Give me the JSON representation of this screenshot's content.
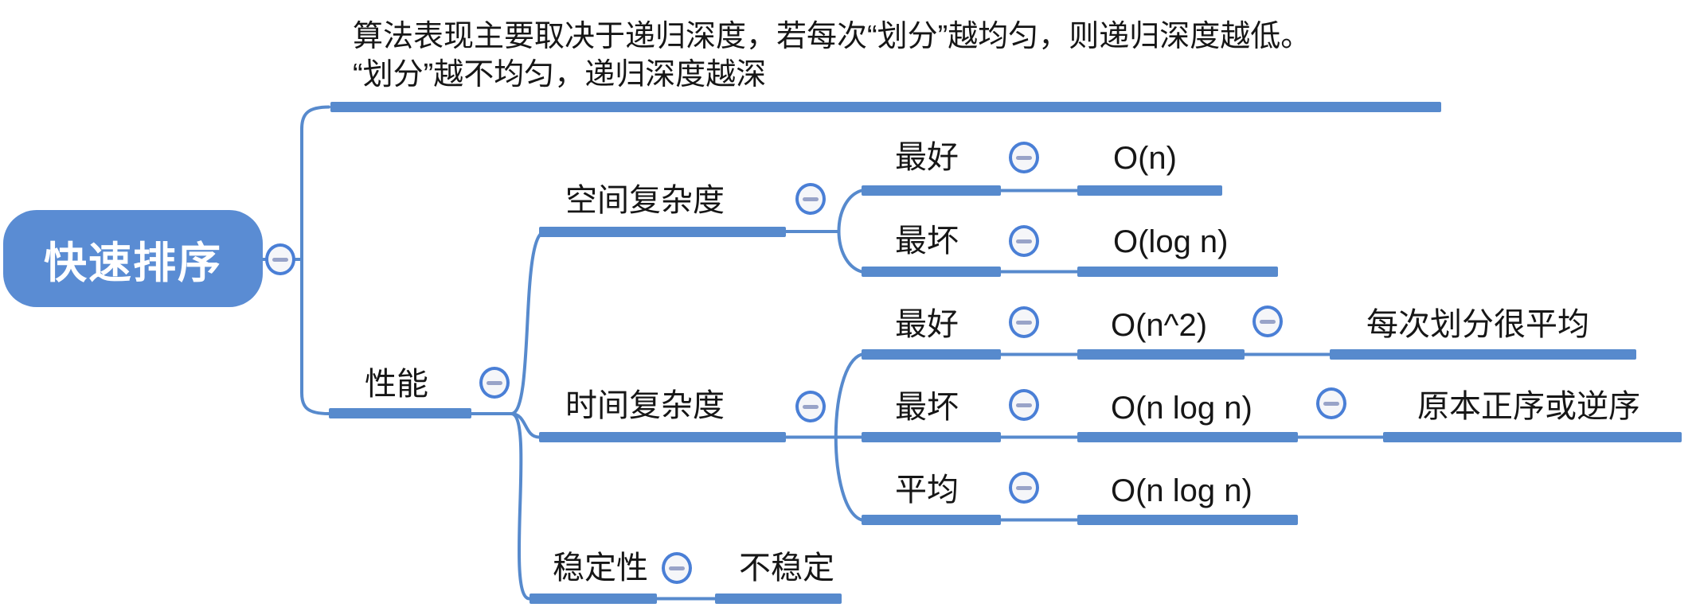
{
  "colors": {
    "branch_blue": "#578ACD",
    "root_fill": "#5A8CD3",
    "root_text": "#FFFFFF",
    "text": "#161616",
    "collapse_border": "#4A7FD6",
    "collapse_fill": "#F5F6F9",
    "collapse_minus": "#98A3C8",
    "background": "#FFFFFF"
  },
  "root": {
    "label": "快速排序"
  },
  "note": {
    "line1": "算法表现主要取决于递归深度，若每次“划分”越均匀，则递归深度越低。",
    "line2": "“划分”越不均匀，递归深度越深"
  },
  "nodes": {
    "performance": {
      "label": "性能"
    },
    "space": {
      "label": "空间复杂度"
    },
    "time": {
      "label": "时间复杂度"
    },
    "stability": {
      "label": "稳定性"
    },
    "space_best": {
      "label": "最好"
    },
    "space_best_value": {
      "label": "O(n)"
    },
    "space_worst": {
      "label": "最坏"
    },
    "space_worst_value": {
      "label": "O(log n)"
    },
    "time_best": {
      "label": "最好"
    },
    "time_best_value": {
      "label": "O(n^2)"
    },
    "time_best_note": {
      "label": "每次划分很平均"
    },
    "time_worst": {
      "label": "最坏"
    },
    "time_worst_value": {
      "label": "O(n log n)"
    },
    "time_worst_note": {
      "label": "原本正序或逆序"
    },
    "time_avg": {
      "label": "平均"
    },
    "time_avg_value": {
      "label": "O(n log n)"
    },
    "stability_value": {
      "label": "不稳定"
    }
  },
  "icons": {
    "collapse": "minus-in-circle"
  }
}
